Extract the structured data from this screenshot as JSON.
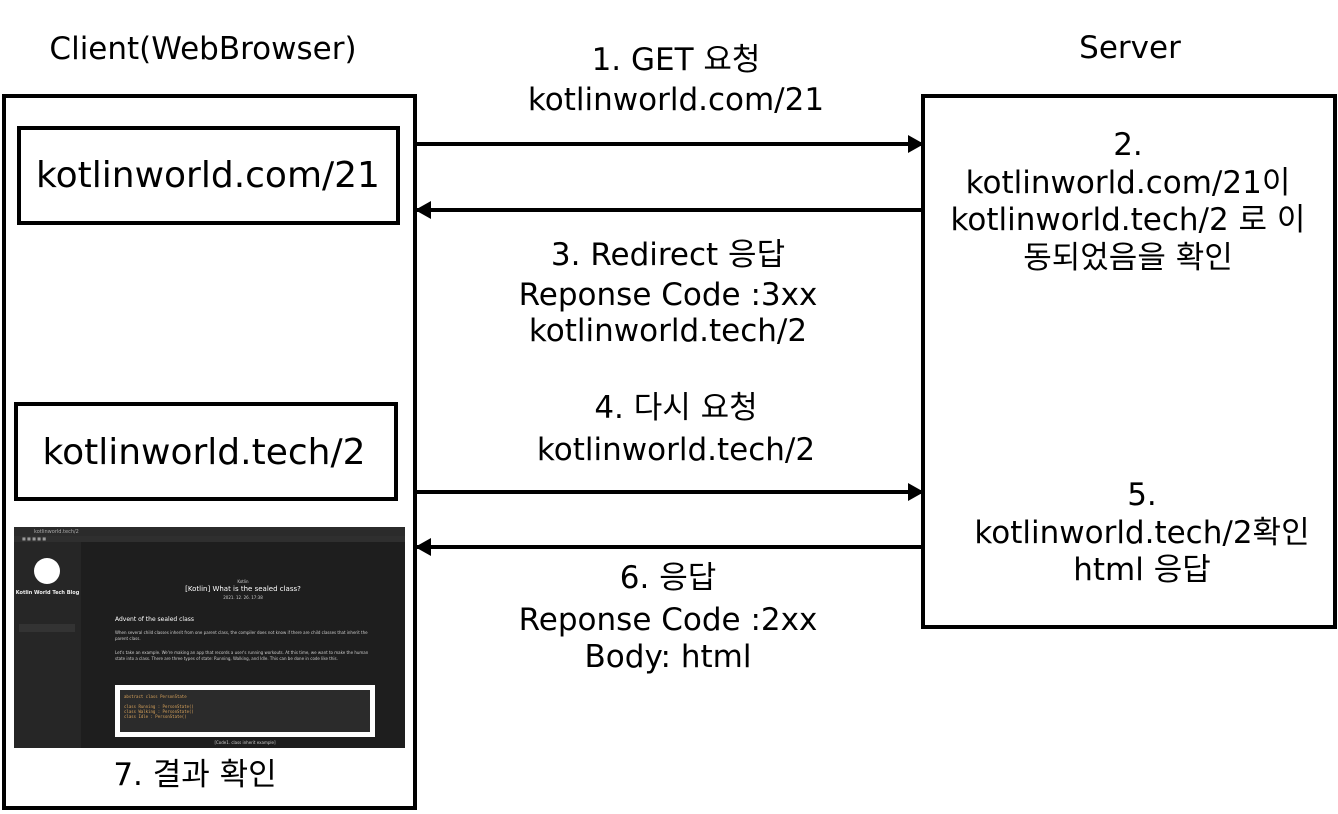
{
  "client": {
    "title": "Client(WebBrowser)",
    "url_box_1": "kotlinworld.com/21",
    "url_box_2": "kotlinworld.tech/2",
    "result_label": "7. 결과 확인"
  },
  "server": {
    "title": "Server",
    "step2": [
      "2.",
      "kotlinworld.com/21이",
      "kotlinworld.tech/2 로 이",
      "동되었음을 확인"
    ],
    "step5": [
      "5.",
      "kotlinworld.tech/2확인",
      "html 응답"
    ]
  },
  "arrows": {
    "step1": [
      "1. GET 요청",
      "kotlinworld.com/21"
    ],
    "step3": [
      "3. Redirect 응답",
      "Reponse Code :3xx",
      "kotlinworld.tech/2"
    ],
    "step4": [
      "4. 다시 요청",
      "kotlinworld.tech/2"
    ],
    "step6": [
      "6. 응답",
      "Reponse Code :2xx",
      "Body: html"
    ]
  },
  "screenshot": {
    "address": "kotlinworld.tech/2",
    "blog_name": "Kotlin World Tech Blog",
    "category": "Kotlin",
    "post_title": "[Kotlin] What is the sealed class?",
    "date": "2021. 12. 26. 17:38",
    "heading": "Advent of the sealed class",
    "para1": "When several child classes inherit from one parent class, the compiler does not know if there are child classes that inherit the parent class.",
    "para2": "Let's take an example. We're making an app that records a user's running workouts. At this time, we want to make the human state into a class. There are three types of state: Running, Walking, and Idle. This can be done in code like this.",
    "code": [
      "abstract class PersonState",
      "class Running : PersonState()",
      "class Walking : PersonState()",
      "class Idle : PersonState()"
    ],
    "caption": "[Code1. class inherit example]"
  }
}
